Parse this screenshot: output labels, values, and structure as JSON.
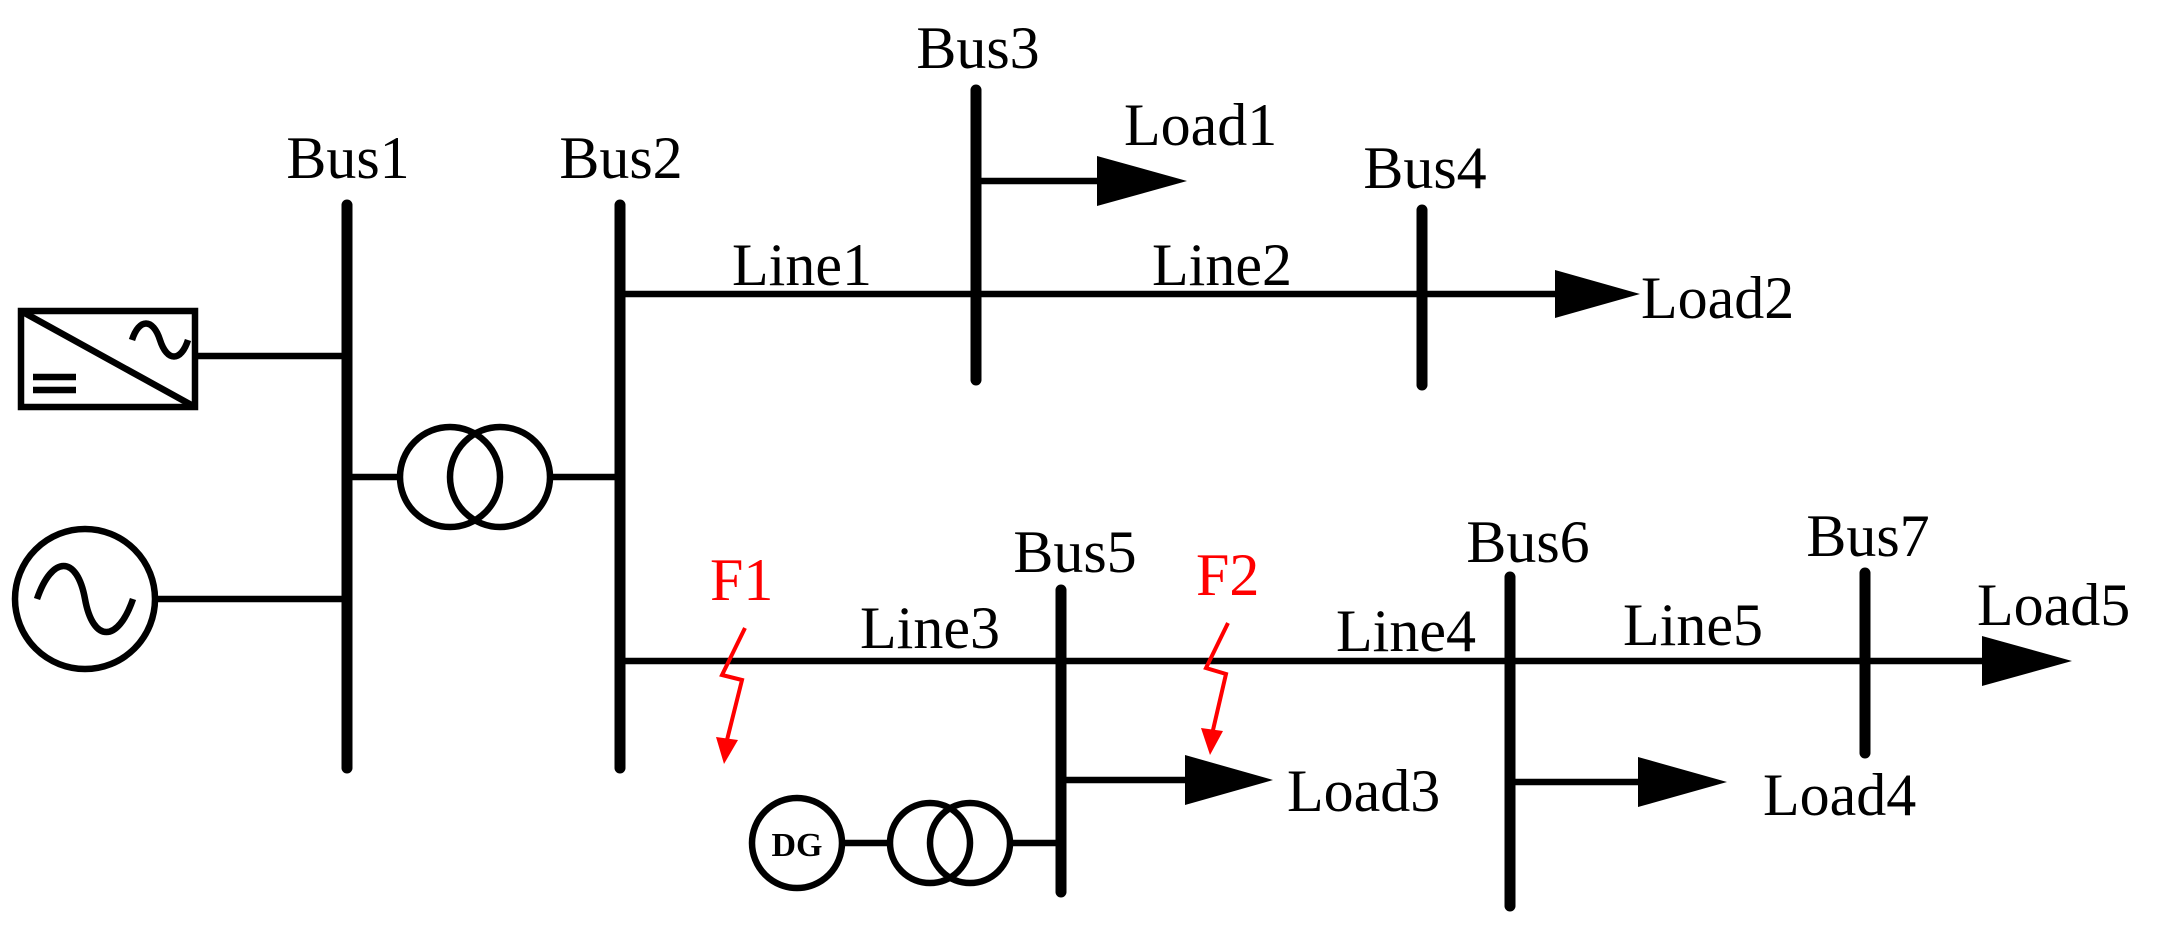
{
  "buses": [
    {
      "id": "bus1",
      "label": "Bus1"
    },
    {
      "id": "bus2",
      "label": "Bus2"
    },
    {
      "id": "bus3",
      "label": "Bus3"
    },
    {
      "id": "bus4",
      "label": "Bus4"
    },
    {
      "id": "bus5",
      "label": "Bus5"
    },
    {
      "id": "bus6",
      "label": "Bus6"
    },
    {
      "id": "bus7",
      "label": "Bus7"
    }
  ],
  "lines": [
    {
      "id": "line1",
      "label": "Line1"
    },
    {
      "id": "line2",
      "label": "Line2"
    },
    {
      "id": "line3",
      "label": "Line3"
    },
    {
      "id": "line4",
      "label": "Line4"
    },
    {
      "id": "line5",
      "label": "Line5"
    }
  ],
  "loads": [
    {
      "id": "load1",
      "label": "Load1"
    },
    {
      "id": "load2",
      "label": "Load2"
    },
    {
      "id": "load3",
      "label": "Load3"
    },
    {
      "id": "load4",
      "label": "Load4"
    },
    {
      "id": "load5",
      "label": "Load5"
    }
  ],
  "faults": [
    {
      "id": "f1",
      "label": "F1"
    },
    {
      "id": "f2",
      "label": "F2"
    }
  ],
  "dg": {
    "label": "DG"
  },
  "icons": {
    "converter": "dc-ac-converter-icon",
    "grid_source": "ac-source-icon",
    "transformer": "transformer-icon",
    "fault": "lightning-fault-icon",
    "load": "load-arrow-icon"
  },
  "colors": {
    "lines": "#000000",
    "fault": "#ff0000",
    "background": "#ffffff"
  }
}
